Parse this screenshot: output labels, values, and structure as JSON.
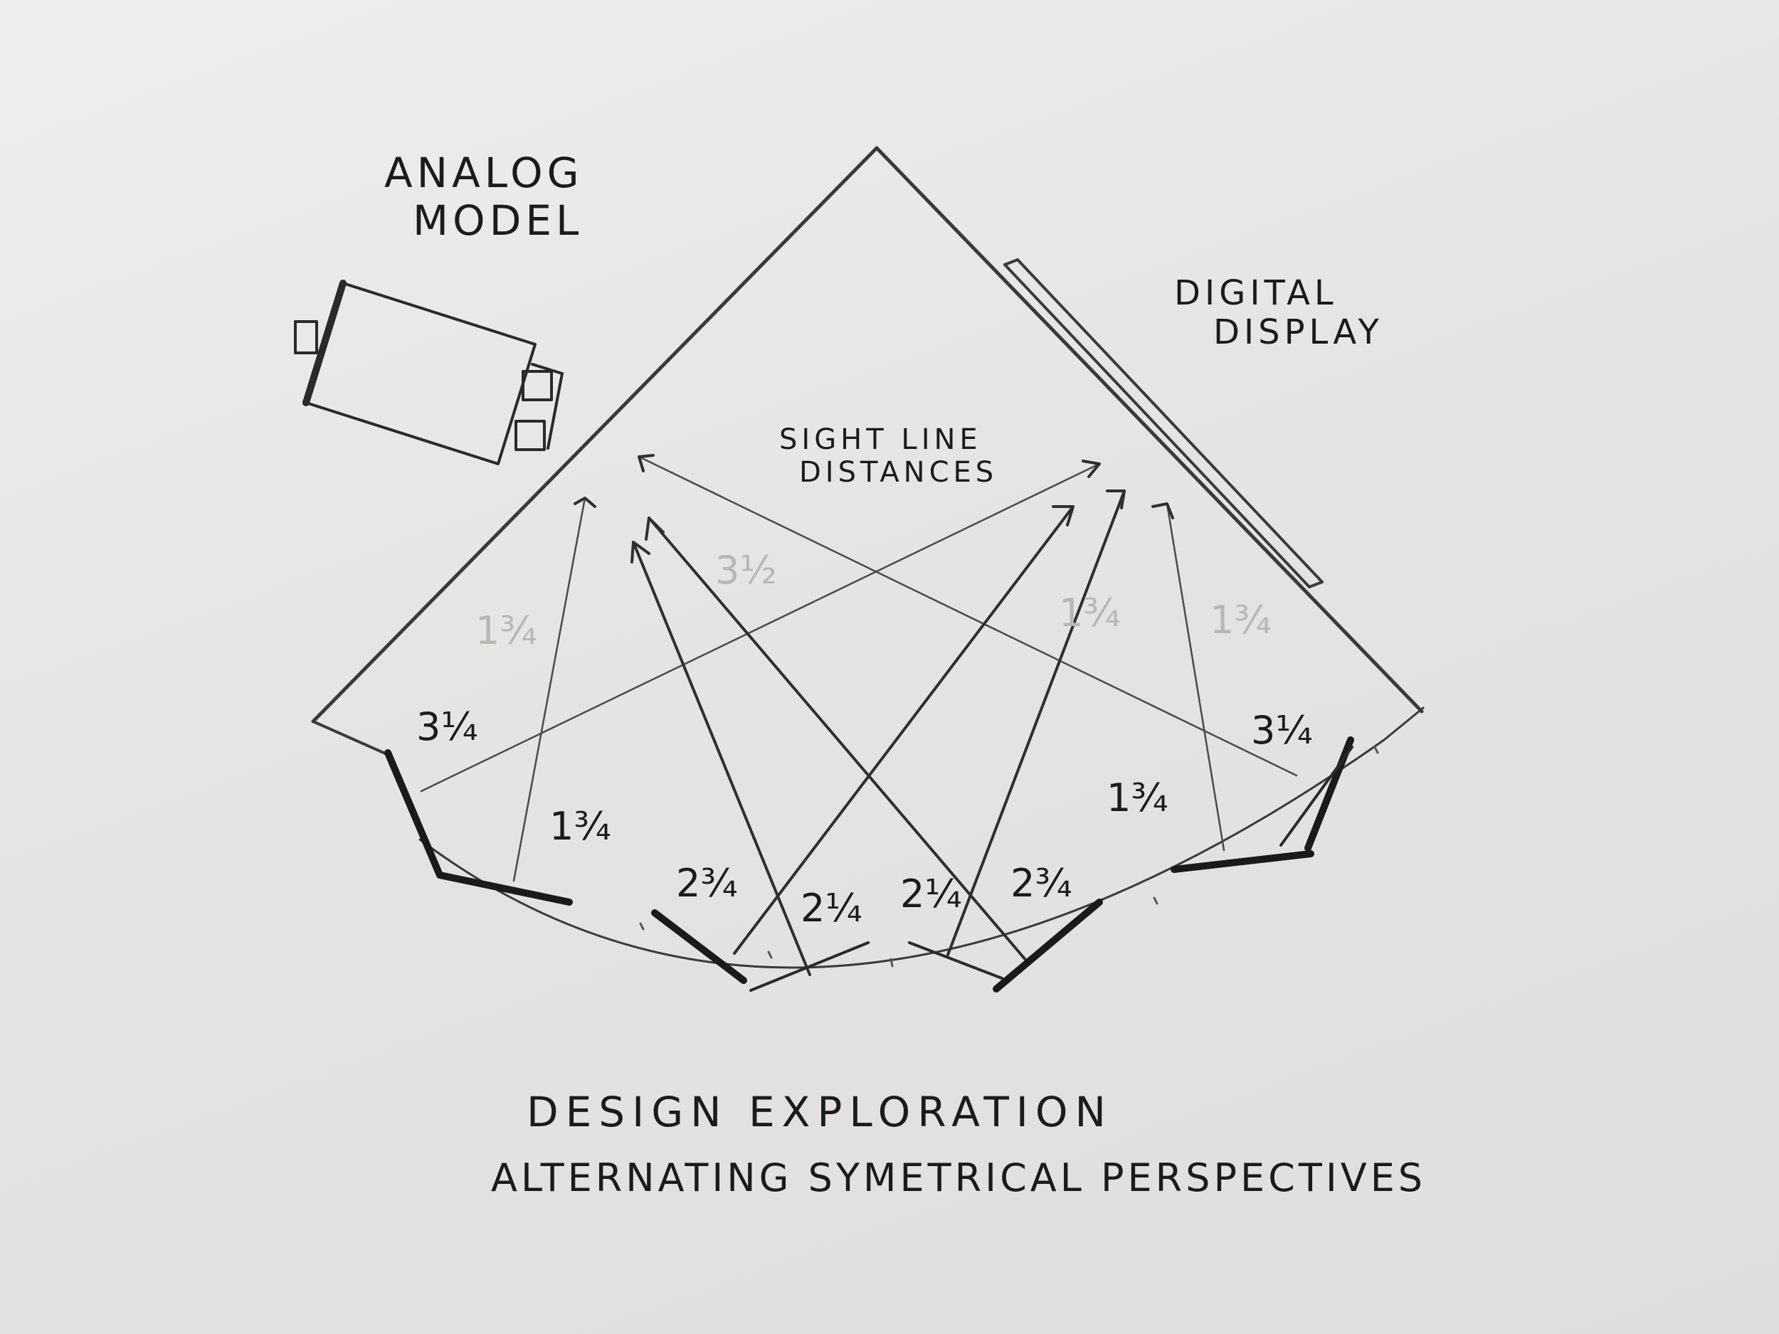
{
  "labels": {
    "analog_model": [
      "ANALOG",
      "MODEL"
    ],
    "digital_display": [
      "DIGITAL",
      "DISPLAY"
    ],
    "sight_line_distances": [
      "SIGHT LINE",
      "DISTANCES"
    ],
    "caption_line1": "DESIGN EXPLORATION",
    "caption_line2": "ALTERNATING SYMETRICAL PERSPECTIVES"
  },
  "distances": {
    "left_outer": "3¼",
    "right_outer": "3¼",
    "left_inner": "1¾",
    "right_inner": "1¾",
    "center_left_outer": "2¾",
    "center_left_inner": "2¼",
    "center_right_inner": "2¼",
    "center_right_outer": "2¾",
    "faint_upper_left": "1¾",
    "faint_center": "3½",
    "faint_upper_right_a": "1¾",
    "faint_upper_right_b": "1¾"
  },
  "colors": {
    "ink": "#1b1b1b",
    "pencil": "#3a3a3a",
    "faint_pencil": "#b9b6b4",
    "paper": "#e9e7e6"
  }
}
